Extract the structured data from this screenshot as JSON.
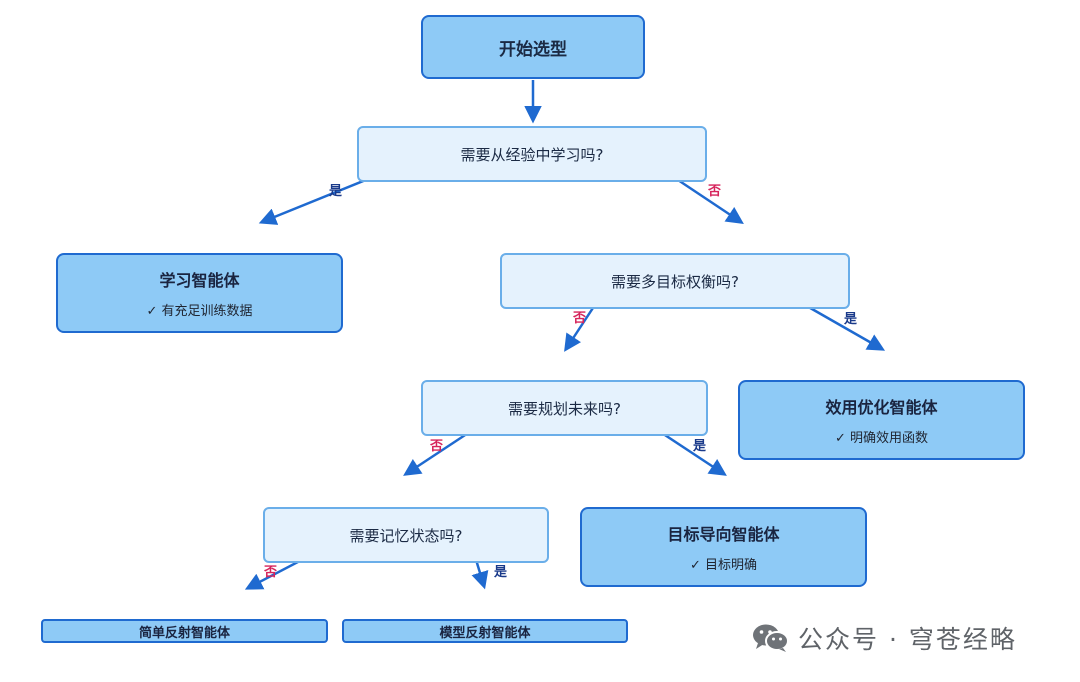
{
  "colors": {
    "decision_fill": "#e5f2fd",
    "decision_border": "#6aaee9",
    "result_fill": "#8ecaf6",
    "result_border": "#1f6ad0",
    "arrow": "#1f6ad0",
    "yes_label": "#1a3a8a",
    "no_label": "#d6245b"
  },
  "nodes": {
    "start": "开始选型",
    "q_learn": "需要从经验中学习吗?",
    "learning_agent": {
      "title": "学习智能体",
      "note": "✓ 有充足训练数据"
    },
    "q_multi": "需要多目标权衡吗?",
    "utility_agent": {
      "title": "效用优化智能体",
      "note": "✓ 明确效用函数"
    },
    "q_plan": "需要规划未来吗?",
    "goal_agent": {
      "title": "目标导向智能体",
      "note": "✓ 目标明确"
    },
    "q_memory": "需要记忆状态吗?",
    "simple_reflex": "简单反射智能体",
    "model_reflex": "模型反射智能体"
  },
  "edge_labels": {
    "yes": "是",
    "no": "否"
  },
  "watermark": {
    "icon": "wechat-icon",
    "text": "公众号 · 穹苍经略"
  }
}
